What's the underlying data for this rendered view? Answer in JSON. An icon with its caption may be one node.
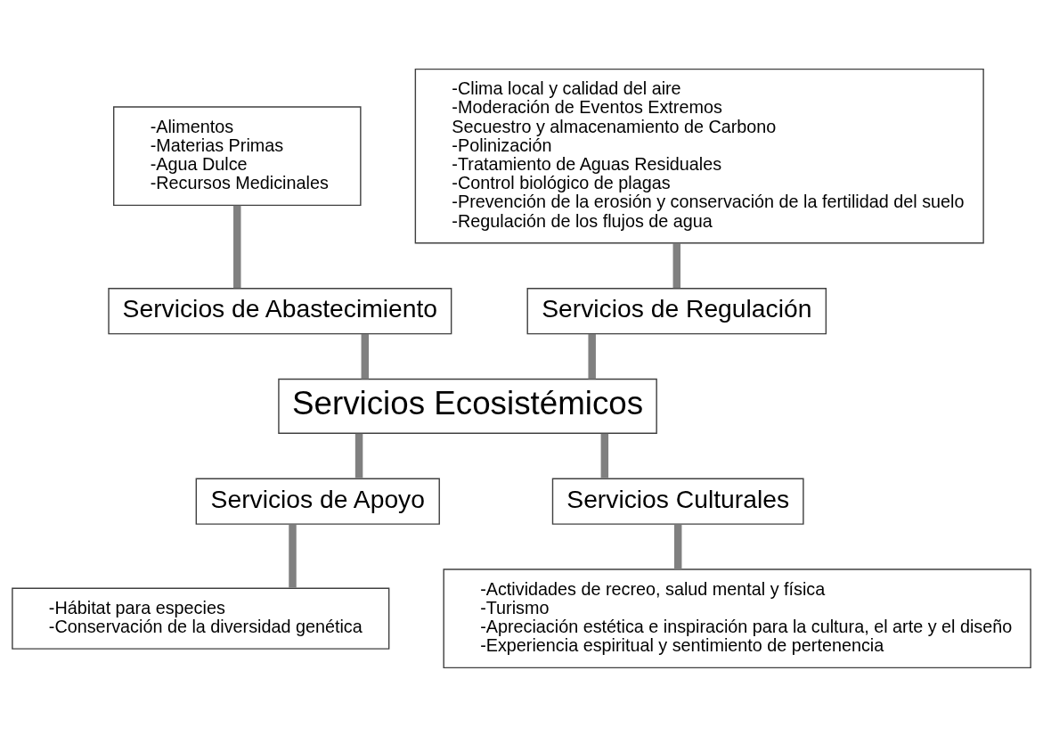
{
  "diagram": {
    "nodes": [
      {
        "text": [
          "-Alimentos",
          "-Materias Primas",
          "-Agua Dulce",
          "-Recursos Medicinales"
        ]
      },
      {
        "text": [
          "-Clima local y calidad del aire",
          "-Moderación de Eventos Extremos",
          "Secuestro y almacenamiento de Carbono",
          "-Polinización",
          "-Tratamiento de Aguas Residuales",
          "-Control biológico de plagas",
          "-Prevención de la erosión y conservación de la fertilidad del suelo",
          "-Regulación de los flujos de agua"
        ]
      },
      {
        "text": [
          "Servicios de Abastecimiento"
        ]
      },
      {
        "text": [
          "Servicios de Regulación"
        ]
      },
      {
        "text": [
          "Servicios Ecosistémicos"
        ]
      },
      {
        "text": [
          "Servicios de Apoyo"
        ]
      },
      {
        "text": [
          "Servicios Culturales"
        ]
      },
      {
        "text": [
          "-Hábitat para especies",
          "-Conservación de la diversidad genética"
        ]
      },
      {
        "text": [
          "-Actividades de recreo, salud mental y física",
          "-Turismo",
          "-Apreciación estética e inspiración para la cultura, el arte y el diseño",
          "-Experiencia espiritual y sentimiento de pertenencia"
        ]
      }
    ],
    "edges": [
      {
        "from": 0,
        "to": 2,
        "arrow": "none"
      },
      {
        "from": 1,
        "to": 3,
        "arrow": "none"
      },
      {
        "from": 4,
        "to": 2,
        "arrow": "none"
      },
      {
        "from": 4,
        "to": 5,
        "arrow": "none"
      },
      {
        "from": 4,
        "to": 3,
        "arrow": "none"
      },
      {
        "from": 4,
        "to": 6,
        "arrow": "none"
      },
      {
        "from": 5,
        "to": 7,
        "arrow": "none"
      },
      {
        "from": 6,
        "to": 8,
        "arrow": "none"
      }
    ]
  }
}
